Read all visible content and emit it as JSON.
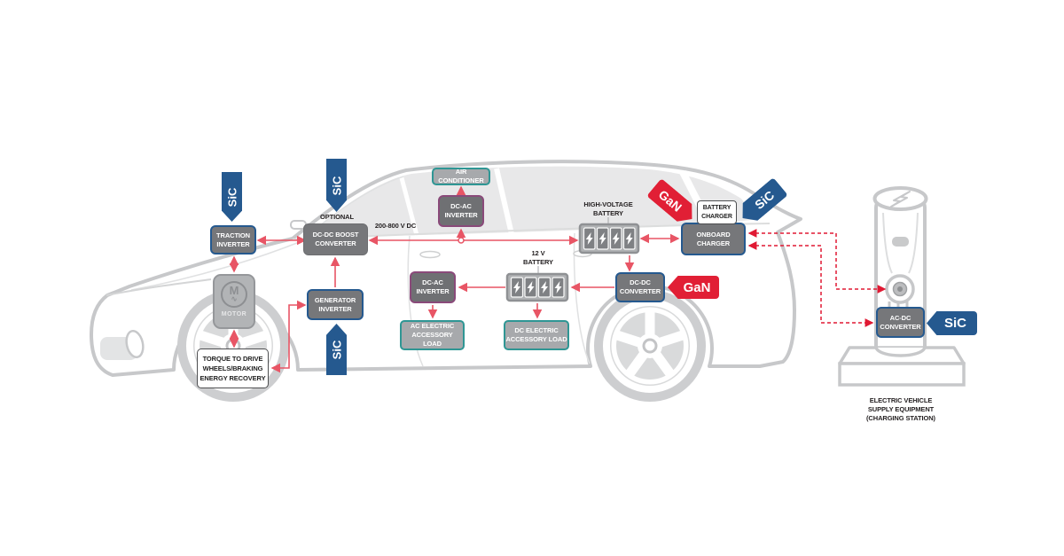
{
  "colors": {
    "blue": "#25598f",
    "red": "#e11f35",
    "teal": "#2f9694",
    "purple": "#8a4a7a",
    "boxgray": "#76777a",
    "boxlight": "#a7a9ac",
    "linered": "#e85565",
    "dashred": "#e01933",
    "cargray": "#c7c8ca"
  },
  "badges": {
    "sic": "SiC",
    "gan": "GaN"
  },
  "components": {
    "traction_inverter": "TRACTION\nINVERTER",
    "dcdc_boost_converter": "DC-DC BOOST\nCONVERTER",
    "generator_inverter": "GENERATOR\nINVERTER",
    "dcac_inverter": "DC-AC\nINVERTER",
    "air_conditioner": "AIR CONDITIONER",
    "onboard_charger": "ONBOARD\nCHARGER",
    "battery_charger": "BATTERY\nCHARGER",
    "dcdc_converter": "DC-DC\nCONVERTER",
    "acdc_converter": "AC-DC\nCONVERTER",
    "ac_accessory_load": "AC ELECTRIC\nACCESSORY LOAD",
    "dc_accessory_load": "DC ELECTRIC\nACCESSORY LOAD",
    "motor_label": "MOTOR",
    "motor_symbol": "M",
    "motor_wave": "∿",
    "torque_note": "TORQUE TO DRIVE\nWHEELS/BRAKING\nENERGY RECOVERY"
  },
  "annotations": {
    "optional": "OPTIONAL",
    "dc_bus_voltage": "200-800 V DC",
    "high_voltage_battery": "HIGH-VOLTAGE\nBATTERY",
    "battery_12v": "12 V\nBATTERY",
    "evse": "ELECTRIC VEHICLE\nSUPPLY EQUIPMENT\n(CHARGING STATION)"
  }
}
